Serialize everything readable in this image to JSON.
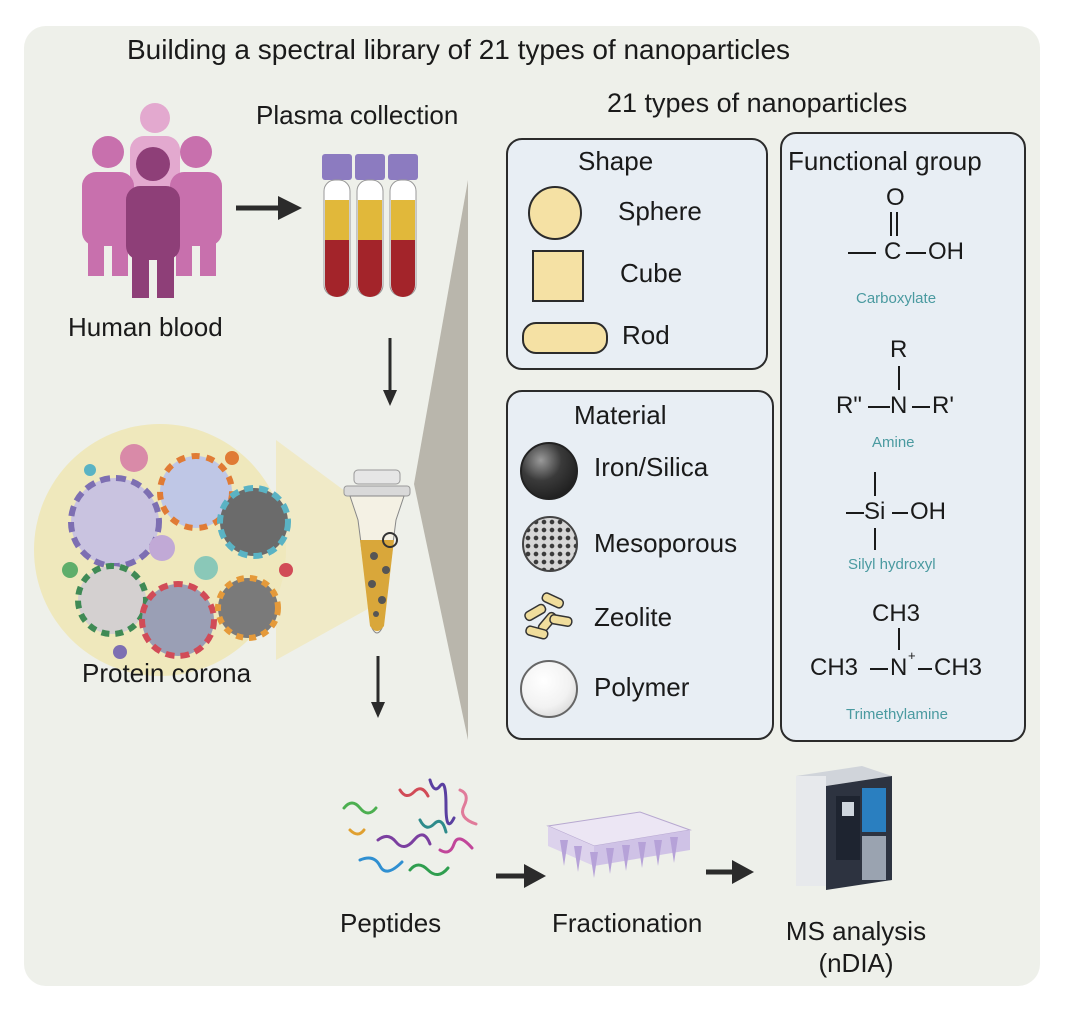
{
  "title": "Building a spectral library of 21 types of nanoparticles",
  "workflow": {
    "human_blood": "Human blood",
    "plasma_collection": "Plasma collection",
    "protein_corona": "Protein corona",
    "peptides": "Peptides",
    "fractionation": "Fractionation",
    "ms_analysis_line1": "MS analysis",
    "ms_analysis_line2": "(nDIA)"
  },
  "nanoparticles": {
    "header": "21 types of nanoparticles",
    "shape": {
      "title": "Shape",
      "items": [
        "Sphere",
        "Cube",
        "Rod"
      ]
    },
    "material": {
      "title": "Material",
      "items": [
        "Iron/Silica",
        "Mesoporous",
        "Zeolite",
        "Polymer"
      ]
    },
    "functional_group": {
      "title": "Functional group",
      "groups": [
        {
          "name": "Carboxylate",
          "atoms": {
            "top": "O",
            "center": "C",
            "right": "OH"
          }
        },
        {
          "name": "Amine",
          "atoms": {
            "top": "R",
            "left": "R\"",
            "center": "N",
            "right": "R'"
          }
        },
        {
          "name": "Silyl hydroxyl",
          "atoms": {
            "center": "Si",
            "right": "OH"
          }
        },
        {
          "name": "Trimethylamine",
          "atoms": {
            "top": "CH3",
            "left": "CH3",
            "center": "N",
            "charge": "+",
            "right": "CH3"
          }
        }
      ]
    }
  },
  "colors": {
    "panel_bg": "#eef0ea",
    "box_bg": "#e8eef4",
    "accent_text": "#4a9aa0",
    "shape_fill": "#f5e1a4",
    "blood": "#a3242a",
    "plasma": "#e1b83a",
    "tube_cap": "#8c7bc0",
    "people": [
      "#e3a9cf",
      "#c870ad",
      "#8e3f78"
    ]
  }
}
